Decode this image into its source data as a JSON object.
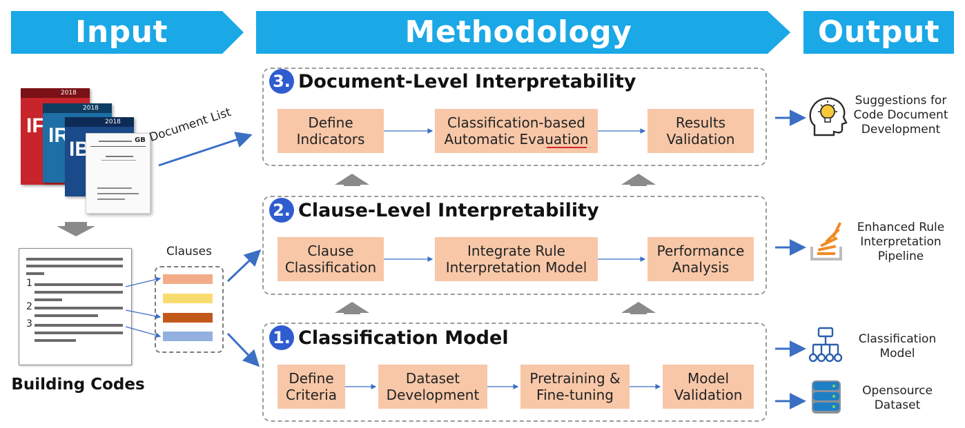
{
  "banners": {
    "input": "Input",
    "methodology": "Methodology",
    "output": "Output"
  },
  "input": {
    "document_list_label": "Document List",
    "clauses_label": "Clauses",
    "building_codes_label": "Building Codes",
    "book_codes": [
      "IF",
      "IR",
      "IB",
      "GB"
    ],
    "book_year": "2018",
    "clause_numbers": [
      "1",
      "2",
      "3"
    ]
  },
  "stages": [
    {
      "number": "3.",
      "title": "Document-Level Interpretability",
      "steps": [
        "Define\nIndicators",
        "Classification-based\nAutomatic Evauation",
        "Results\nValidation"
      ]
    },
    {
      "number": "2.",
      "title": "Clause-Level Interpretability",
      "steps": [
        "Clause\nClassification",
        "Integrate Rule\nInterpretation Model",
        "Performance\nAnalysis"
      ]
    },
    {
      "number": "1.",
      "title": "Classification Model",
      "steps": [
        "Define\nCriteria",
        "Dataset\nDevelopment",
        "Pretraining &\nFine-tuning",
        "Model\nValidation"
      ]
    }
  ],
  "outputs": [
    {
      "label": "Suggestions for\nCode Document\nDevelopment",
      "icon": "head-lightbulb-icon"
    },
    {
      "label": "Enhanced Rule\nInterpretation\nPipeline",
      "icon": "stack-layers-icon"
    },
    {
      "label": "Classification\nModel",
      "icon": "network-icon"
    },
    {
      "label": "Opensource\nDataset",
      "icon": "database-icon"
    }
  ],
  "colors": {
    "banner": "#1aa8e6",
    "step_fill": "#f7c7a8",
    "number_badge": "#2f5ccf",
    "arrow": "#3a6fc4",
    "clause_colors": [
      "#f2ad88",
      "#f9dc6f",
      "#c2581a",
      "#93b0de"
    ]
  }
}
